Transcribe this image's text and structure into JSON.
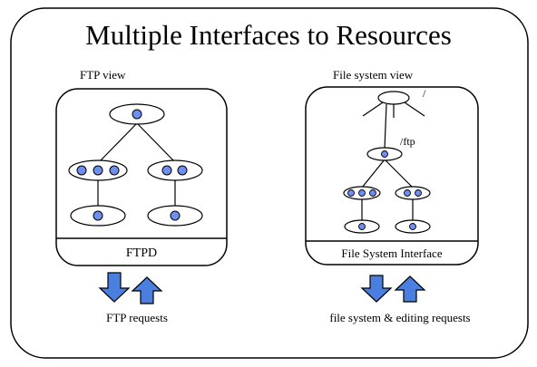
{
  "title": "Multiple Interfaces to Resources",
  "colors": {
    "node_fill": "#ffffff",
    "dot_fill": "#6f8ff0",
    "arrow_fill": "#4a7fe0",
    "stroke": "#000000"
  },
  "ftp_panel": {
    "label": "FTP view",
    "footer": "FTPD",
    "requests_label": "FTP requests",
    "arrows": [
      "down-arrow-icon",
      "up-arrow-icon"
    ]
  },
  "fs_panel": {
    "label": "File system view",
    "footer": "File System Interface",
    "root_label": "/",
    "ftp_label": "/ftp",
    "requests_label": "file system & editing requests",
    "arrows": [
      "down-arrow-icon",
      "up-arrow-icon"
    ]
  }
}
